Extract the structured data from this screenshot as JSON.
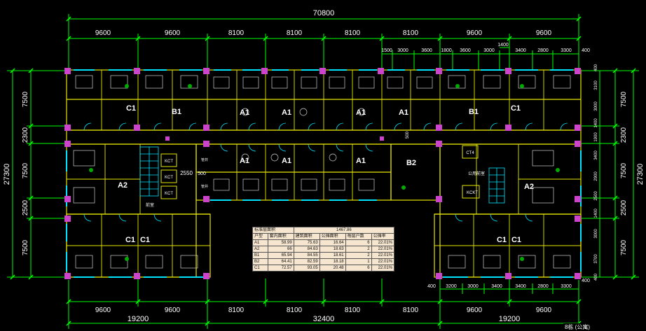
{
  "dims": {
    "overall_width": "70800",
    "overall_depth": "27300",
    "top_spans": [
      "9600",
      "9600",
      "8100",
      "8100",
      "8100",
      "8100",
      "9600",
      "9600"
    ],
    "top_right_detail": [
      "1500",
      "3000",
      "3600",
      "1800",
      "3600",
      "3000",
      "3400",
      "2800",
      "3300"
    ],
    "top_right_1400": "1400",
    "top_right_400": "400",
    "bottom_spans": [
      "9600",
      "9600",
      "8100",
      "8100",
      "8100",
      "8100",
      "9600",
      "9600"
    ],
    "bottom_groups": [
      "19200",
      "32400",
      "19200"
    ],
    "bottom_right_detail": [
      "400",
      "3200",
      "3000",
      "3400",
      "3400",
      "2800",
      "3300"
    ],
    "bottom_right_400": "400",
    "left_side": [
      "7500",
      "2300",
      "7500",
      "2500",
      "7500"
    ],
    "right_side": [
      "7500",
      "2300",
      "7500",
      "2500",
      "7500"
    ],
    "right_detail": [
      "400",
      "3100",
      "3000",
      "1400",
      "1900",
      "3400",
      "2900",
      "2500",
      "1400",
      "3000",
      "3700",
      "400"
    ],
    "center_2550": "2550",
    "center_500": "500",
    "center_500b": "500"
  },
  "unit_labels": {
    "top_row": [
      "C1",
      "B1",
      "A1",
      "A1",
      "A1",
      "A1",
      "B1",
      "C1"
    ],
    "mid_row": [
      "A1",
      "A1",
      "A1",
      "B2"
    ],
    "left_mid": "A2",
    "right_mid": "A2",
    "bottom_left": [
      "C1",
      "C1"
    ],
    "bottom_right": [
      "C1",
      "C1"
    ]
  },
  "core_labels": {
    "lift": [
      "KCT",
      "KCT",
      "KCT"
    ],
    "shaft_left": "管井",
    "shaft_right": "管井",
    "hall": "前室",
    "right_core": [
      "CT4",
      "KCKT"
    ],
    "right_room": "公用前室"
  },
  "area_table": {
    "title": "标准层面积",
    "total": "1467.86",
    "headers": [
      "户型",
      "套内面积",
      "建筑面积",
      "公摊面积",
      "每层户数",
      "公摊率"
    ],
    "rows": [
      [
        "A1",
        "58.99",
        "75.63",
        "16.64",
        "6",
        "22.01%"
      ],
      [
        "A2",
        "66",
        "84.63",
        "18.63",
        "2",
        "22.01%"
      ],
      [
        "B1",
        "65.94",
        "84.55",
        "18.61",
        "2",
        "22.01%"
      ],
      [
        "B2",
        "64.41",
        "82.59",
        "18.18",
        "1",
        "22.01%"
      ],
      [
        "C1",
        "72.57",
        "93.05",
        "20.48",
        "6",
        "22.01%"
      ]
    ]
  },
  "building_label": "8栋 (公寓)",
  "colors": {
    "background": "#000000",
    "dimension": "#00ff00",
    "wall": "#e6e600",
    "window": "#00e5ff",
    "column": "#cc44cc",
    "furniture": "#d0d0d0",
    "text": "#ffffff",
    "table_bg": "#f7e6cf"
  }
}
